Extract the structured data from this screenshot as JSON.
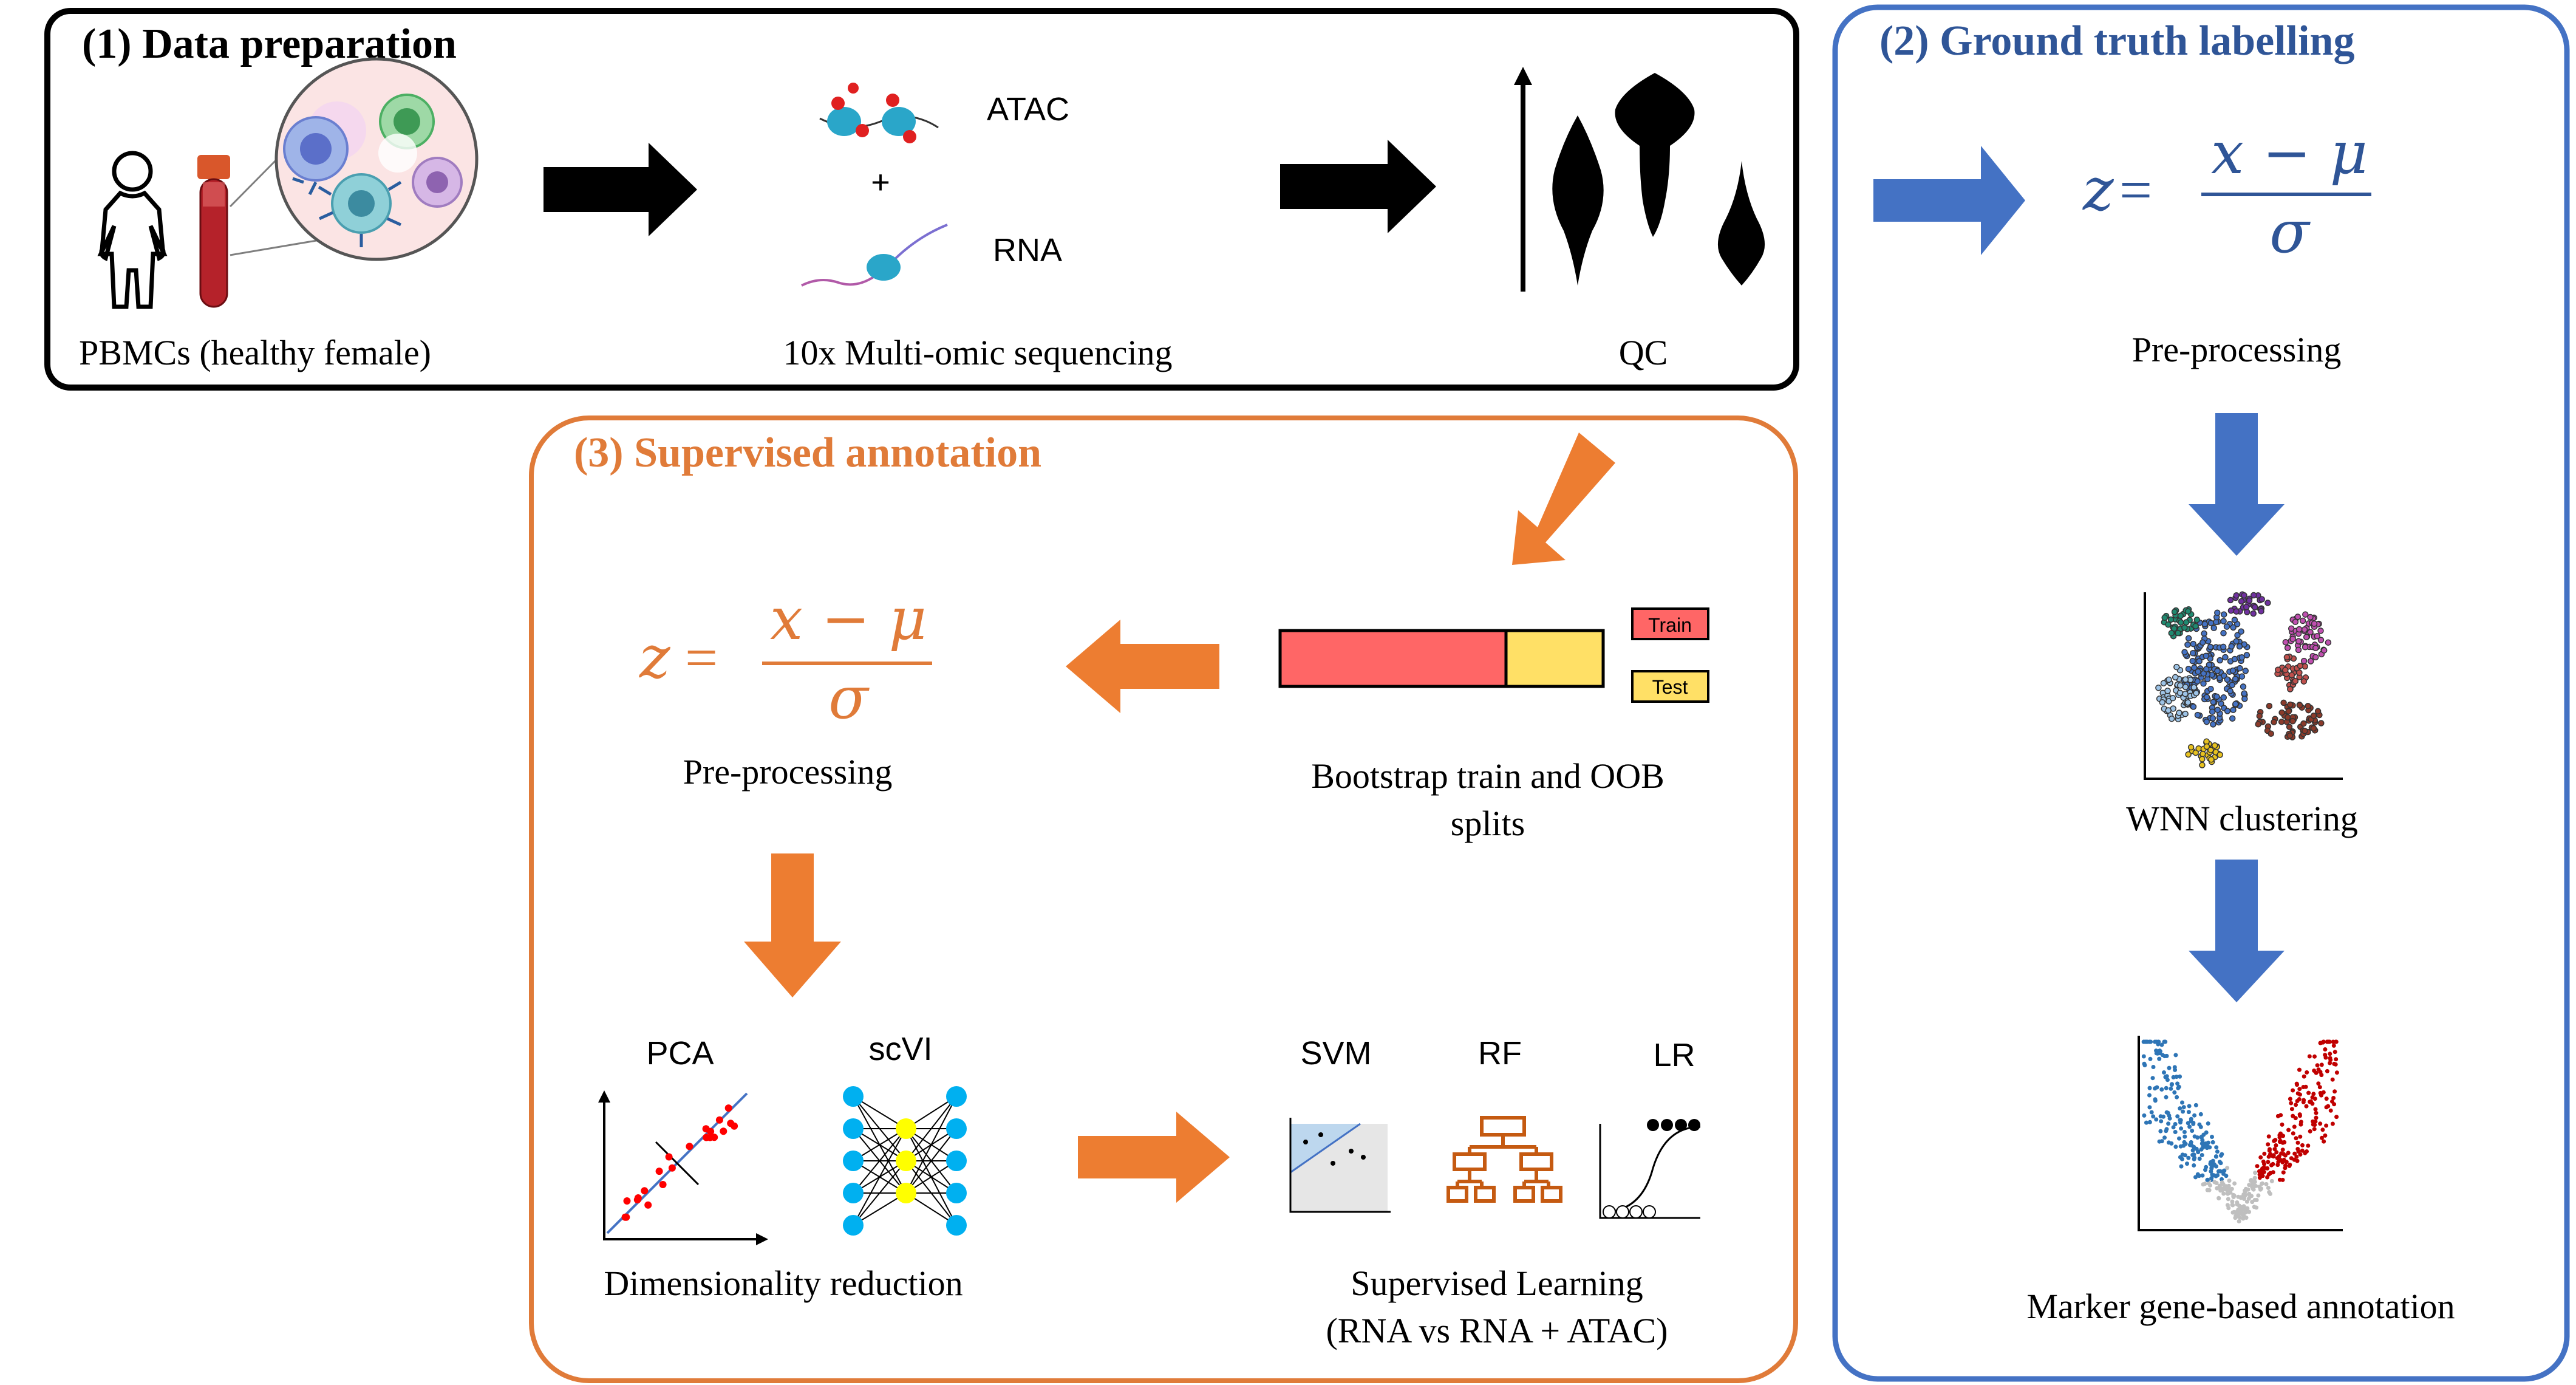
{
  "colors": {
    "black": "#000000",
    "blue_panel": "#4472c4",
    "orange_panel": "#e07b39",
    "arrow_orange": "#ed7d31",
    "arrow_blue": "#4472c4",
    "title_blue": "#2f5597",
    "title_orange": "#e07b39",
    "train_red": "#ff6666",
    "test_yellow": "#ffe066",
    "svm_bg": "#e6e6e6",
    "svm_blue": "#bdd7ee",
    "nn_blue": "#00b0f0",
    "nn_yellow": "#ffff00",
    "pca_red": "#ff0000",
    "rf_orange": "#c55a11",
    "volcano_blue": "#2e75b6",
    "volcano_red": "#c00000",
    "volcano_grey": "#bfbfbf"
  },
  "panel1": {
    "title": "(1) Data preparation",
    "pbmc_label": "PBMCs (healthy female)",
    "seq_label": "10x Multi-omic sequencing",
    "atac_label": "ATAC",
    "plus_label": "+",
    "rna_label": "RNA",
    "qc_label": "QC"
  },
  "panel2": {
    "title": "(2) Ground truth labelling",
    "formula_lhs": "z",
    "formula_eq": "=",
    "formula_num": "x − μ",
    "formula_den": "σ",
    "preprocessing_label": "Pre-processing",
    "wnn_label": "WNN clustering",
    "marker_label": "Marker gene-based annotation"
  },
  "panel3": {
    "title": "(3) Supervised annotation",
    "formula_lhs": "z",
    "formula_eq": "=",
    "formula_num": "x − μ",
    "formula_den": "σ",
    "preprocessing_label": "Pre-processing",
    "train_label": "Train",
    "test_label": "Test",
    "bootstrap_label_line1": "Bootstrap train and OOB",
    "bootstrap_label_line2": "splits",
    "pca_label": "PCA",
    "scvi_label": "scVI",
    "dimred_label": "Dimensionality reduction",
    "svm_label": "SVM",
    "rf_label": "RF",
    "lr_label": "LR",
    "supervised_label_line1": "Supervised Learning",
    "supervised_label_line2": "(RNA vs RNA + ATAC)"
  }
}
